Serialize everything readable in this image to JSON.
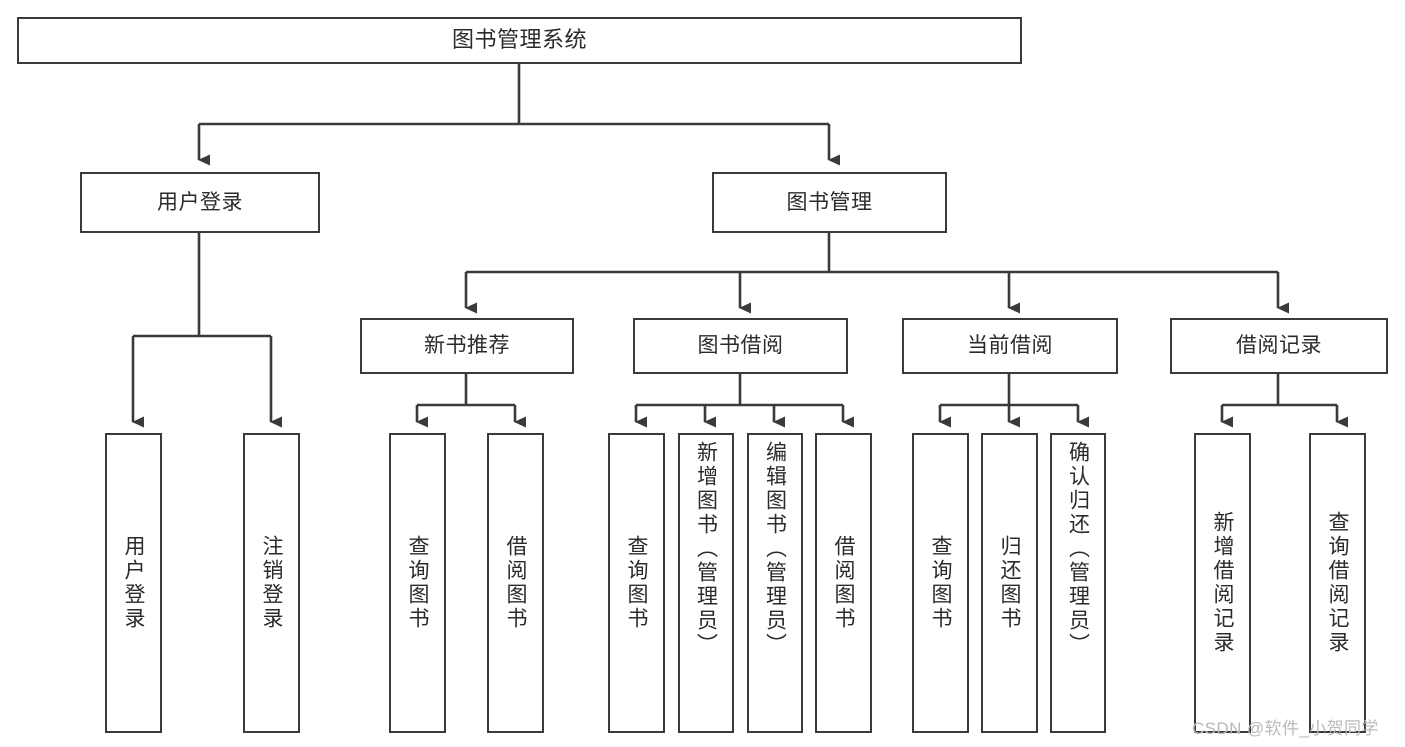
{
  "diagram": {
    "title": "图书管理系统",
    "type": "tree",
    "background": "#ffffff",
    "line_color": "#3a3a3a",
    "text_color": "#2b2b2b",
    "nodes": {
      "root": {
        "label": "图书管理系统"
      },
      "login": {
        "label": "用户登录"
      },
      "book_mgmt": {
        "label": "图书管理"
      },
      "new_book_rec": {
        "label": "新书推荐"
      },
      "book_borrow": {
        "label": "图书借阅"
      },
      "current_borrow": {
        "label": "当前借阅"
      },
      "borrow_record": {
        "label": "借阅记录"
      },
      "leaf_user_login": {
        "label": "用户登录"
      },
      "leaf_logout": {
        "label": "注销登录"
      },
      "leaf_query_book_1": {
        "label": "查询图书"
      },
      "leaf_borrow_book_1": {
        "label": "借阅图书"
      },
      "leaf_query_book_2": {
        "label": "查询图书"
      },
      "leaf_add_book": {
        "label": "新增图书（管理员）"
      },
      "leaf_edit_book": {
        "label": "编辑图书（管理员）"
      },
      "leaf_borrow_book_2": {
        "label": "借阅图书"
      },
      "leaf_query_book_3": {
        "label": "查询图书"
      },
      "leaf_return_book": {
        "label": "归还图书"
      },
      "leaf_confirm_return": {
        "label": "确认归还（管理员）"
      },
      "leaf_add_record": {
        "label": "新增借阅记录"
      },
      "leaf_query_record": {
        "label": "查询借阅记录"
      }
    },
    "watermark": "CSDN @软件_小贺同学"
  }
}
